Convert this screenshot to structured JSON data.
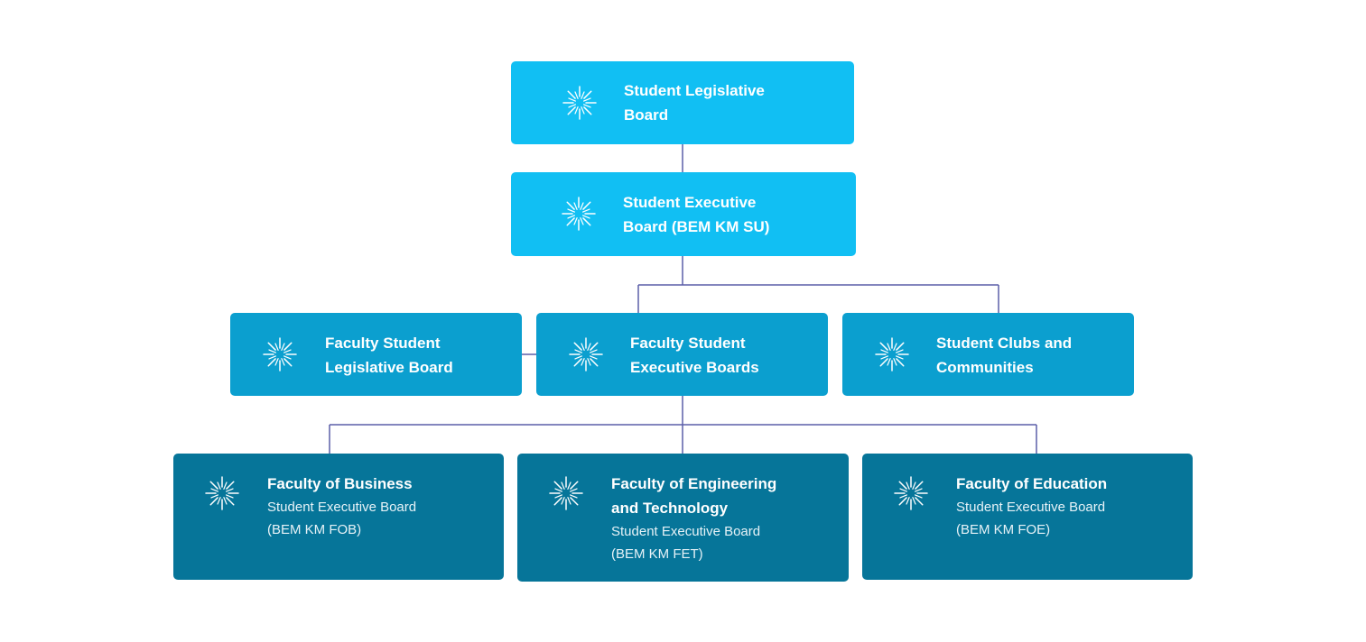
{
  "colors": {
    "top_tier": "#11bff3",
    "middle_tier": "#0b9fcf",
    "bottom_tier": "#067599",
    "connector": "#5b5fa8",
    "icon": "#ffffff"
  },
  "nodes": {
    "legislative": {
      "title_1": "Student Legislative",
      "title_2": "Board",
      "icon": "starburst-icon"
    },
    "executive": {
      "title_1": "Student Executive",
      "title_2": "Board (BEM KM SU)",
      "icon": "starburst-icon"
    },
    "faculty_legislative": {
      "title_1": "Faculty Student",
      "title_2": "Legislative Board",
      "icon": "starburst-icon"
    },
    "faculty_executive": {
      "title_1": "Faculty Student",
      "title_2": "Executive Boards",
      "icon": "starburst-icon"
    },
    "clubs": {
      "title_1": "Student Clubs and",
      "title_2": "Communities",
      "icon": "starburst-icon"
    },
    "fob": {
      "title_1": "Faculty of Business",
      "subtitle": "Student Executive Board",
      "code": "(BEM KM FOB)",
      "icon": "starburst-icon"
    },
    "fet": {
      "title_1": "Faculty of Engineering",
      "title_2": "and Technology",
      "subtitle": "Student Executive Board",
      "code": "(BEM KM FET)",
      "icon": "starburst-icon"
    },
    "foe": {
      "title_1": "Faculty of Education",
      "subtitle": "Student Executive Board",
      "code": "(BEM KM FOE)",
      "icon": "starburst-icon"
    }
  }
}
